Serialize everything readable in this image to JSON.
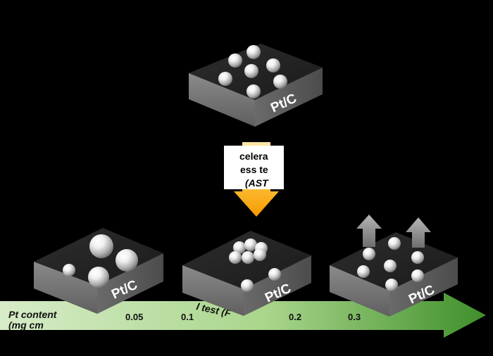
{
  "top_card": {
    "label": "Pt/C"
  },
  "ast_arrow": {
    "lines": [
      "celera",
      "ess te",
      "(AST"
    ]
  },
  "cards": [
    {
      "label": "Pt/C"
    },
    {
      "label": "Pt/C"
    },
    {
      "label": "Pt/C"
    }
  ],
  "bottom_arrow": {
    "title_lines": [
      "Pt content",
      "(mg cm"
    ],
    "partial_text": "l test (F",
    "ticks": [
      "0.05",
      "0.1",
      "0.2",
      "0.3"
    ]
  }
}
